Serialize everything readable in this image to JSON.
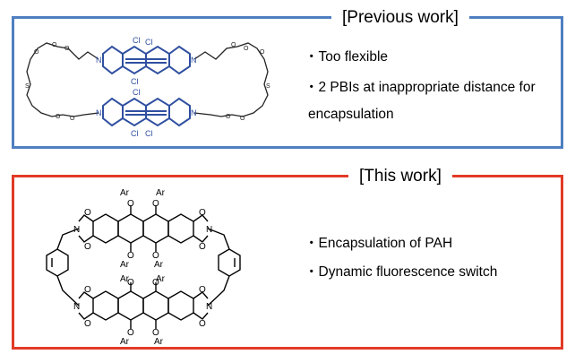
{
  "previous": {
    "title": "[Previous work]",
    "bullets": [
      "・Too flexible",
      "・2 PBIs at inappropriate distance for",
      "encapsulation"
    ],
    "atom_labels": {
      "cl": "Cl",
      "n": "N",
      "o": "O",
      "s": "S"
    }
  },
  "current": {
    "title": "[This work]",
    "bullets": [
      "・Encapsulation of PAH",
      "・Dynamic fluorescence switch"
    ],
    "atom_labels": {
      "ar": "Ar",
      "o": "O",
      "n": "N"
    }
  },
  "colors": {
    "previous_border": "#4f7fc0",
    "this_border": "#e23a26",
    "molecule_blue": "#2f4fa0"
  }
}
